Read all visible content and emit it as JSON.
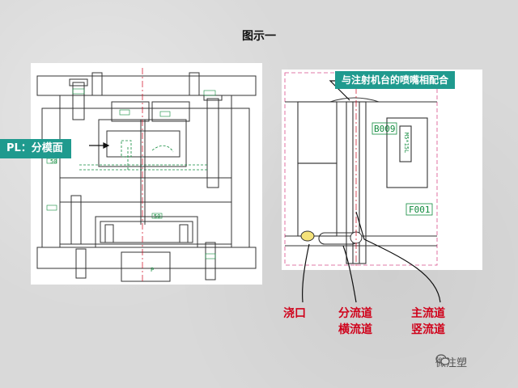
{
  "title": "图示一",
  "labels": {
    "parting_line": "PL：分模面",
    "nozzle_fit": "与注射机台的喷嘴相配合",
    "gate": "浇口",
    "runner_line1": "分流道",
    "runner_line2": "横流道",
    "sprue_line1": "主流道",
    "sprue_line2": "竖流道"
  },
  "drawing_marks": {
    "left_0": "50",
    "left_1": "50",
    "left_2": "P",
    "right_box_1": "B009",
    "right_box_2": "F001",
    "right_vertical": "M5*15L"
  },
  "watermark": "微注塑",
  "colors": {
    "teal": "#1f9a8e",
    "red": "#d0021b",
    "drawing_line": "#333333",
    "green_dim": "#108a3c",
    "centerline": "#d0021b",
    "dash_pink": "#d94d8a"
  }
}
